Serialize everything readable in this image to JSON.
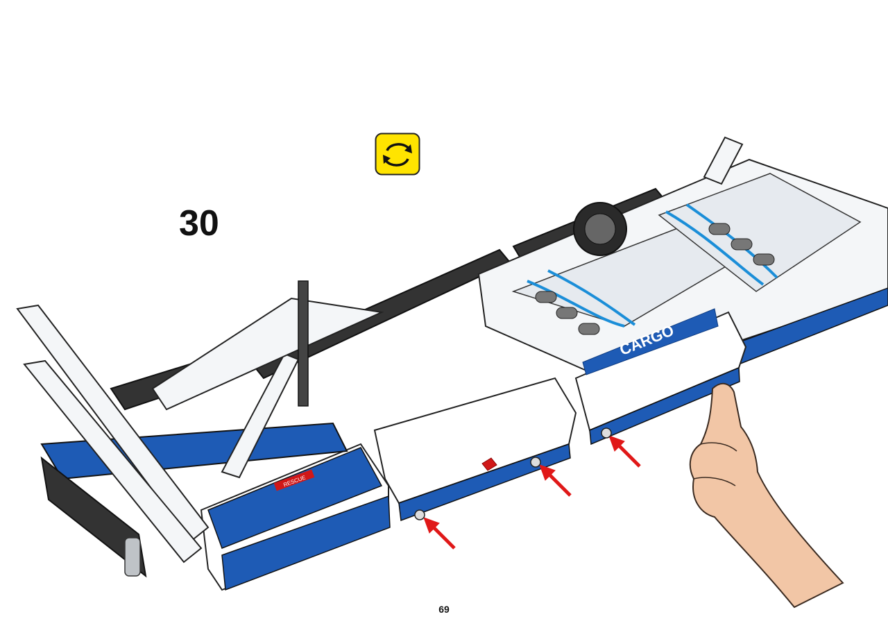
{
  "step": {
    "number": "30"
  },
  "page": {
    "number": "69"
  },
  "callout": {
    "icon": "rotate-model-icon",
    "color": "#FFE400"
  },
  "model": {
    "decals": {
      "side_label": "CARGO",
      "rescue_label": "RESCUE"
    },
    "colors": {
      "white": "#ffffff",
      "blue": "#1e5bb5",
      "dark_gray": "#3a3a3a",
      "light_gray": "#bfc3c7",
      "pointer_arrow": "#e01818"
    }
  },
  "hand": {
    "icon": "pointing-hand-icon"
  }
}
